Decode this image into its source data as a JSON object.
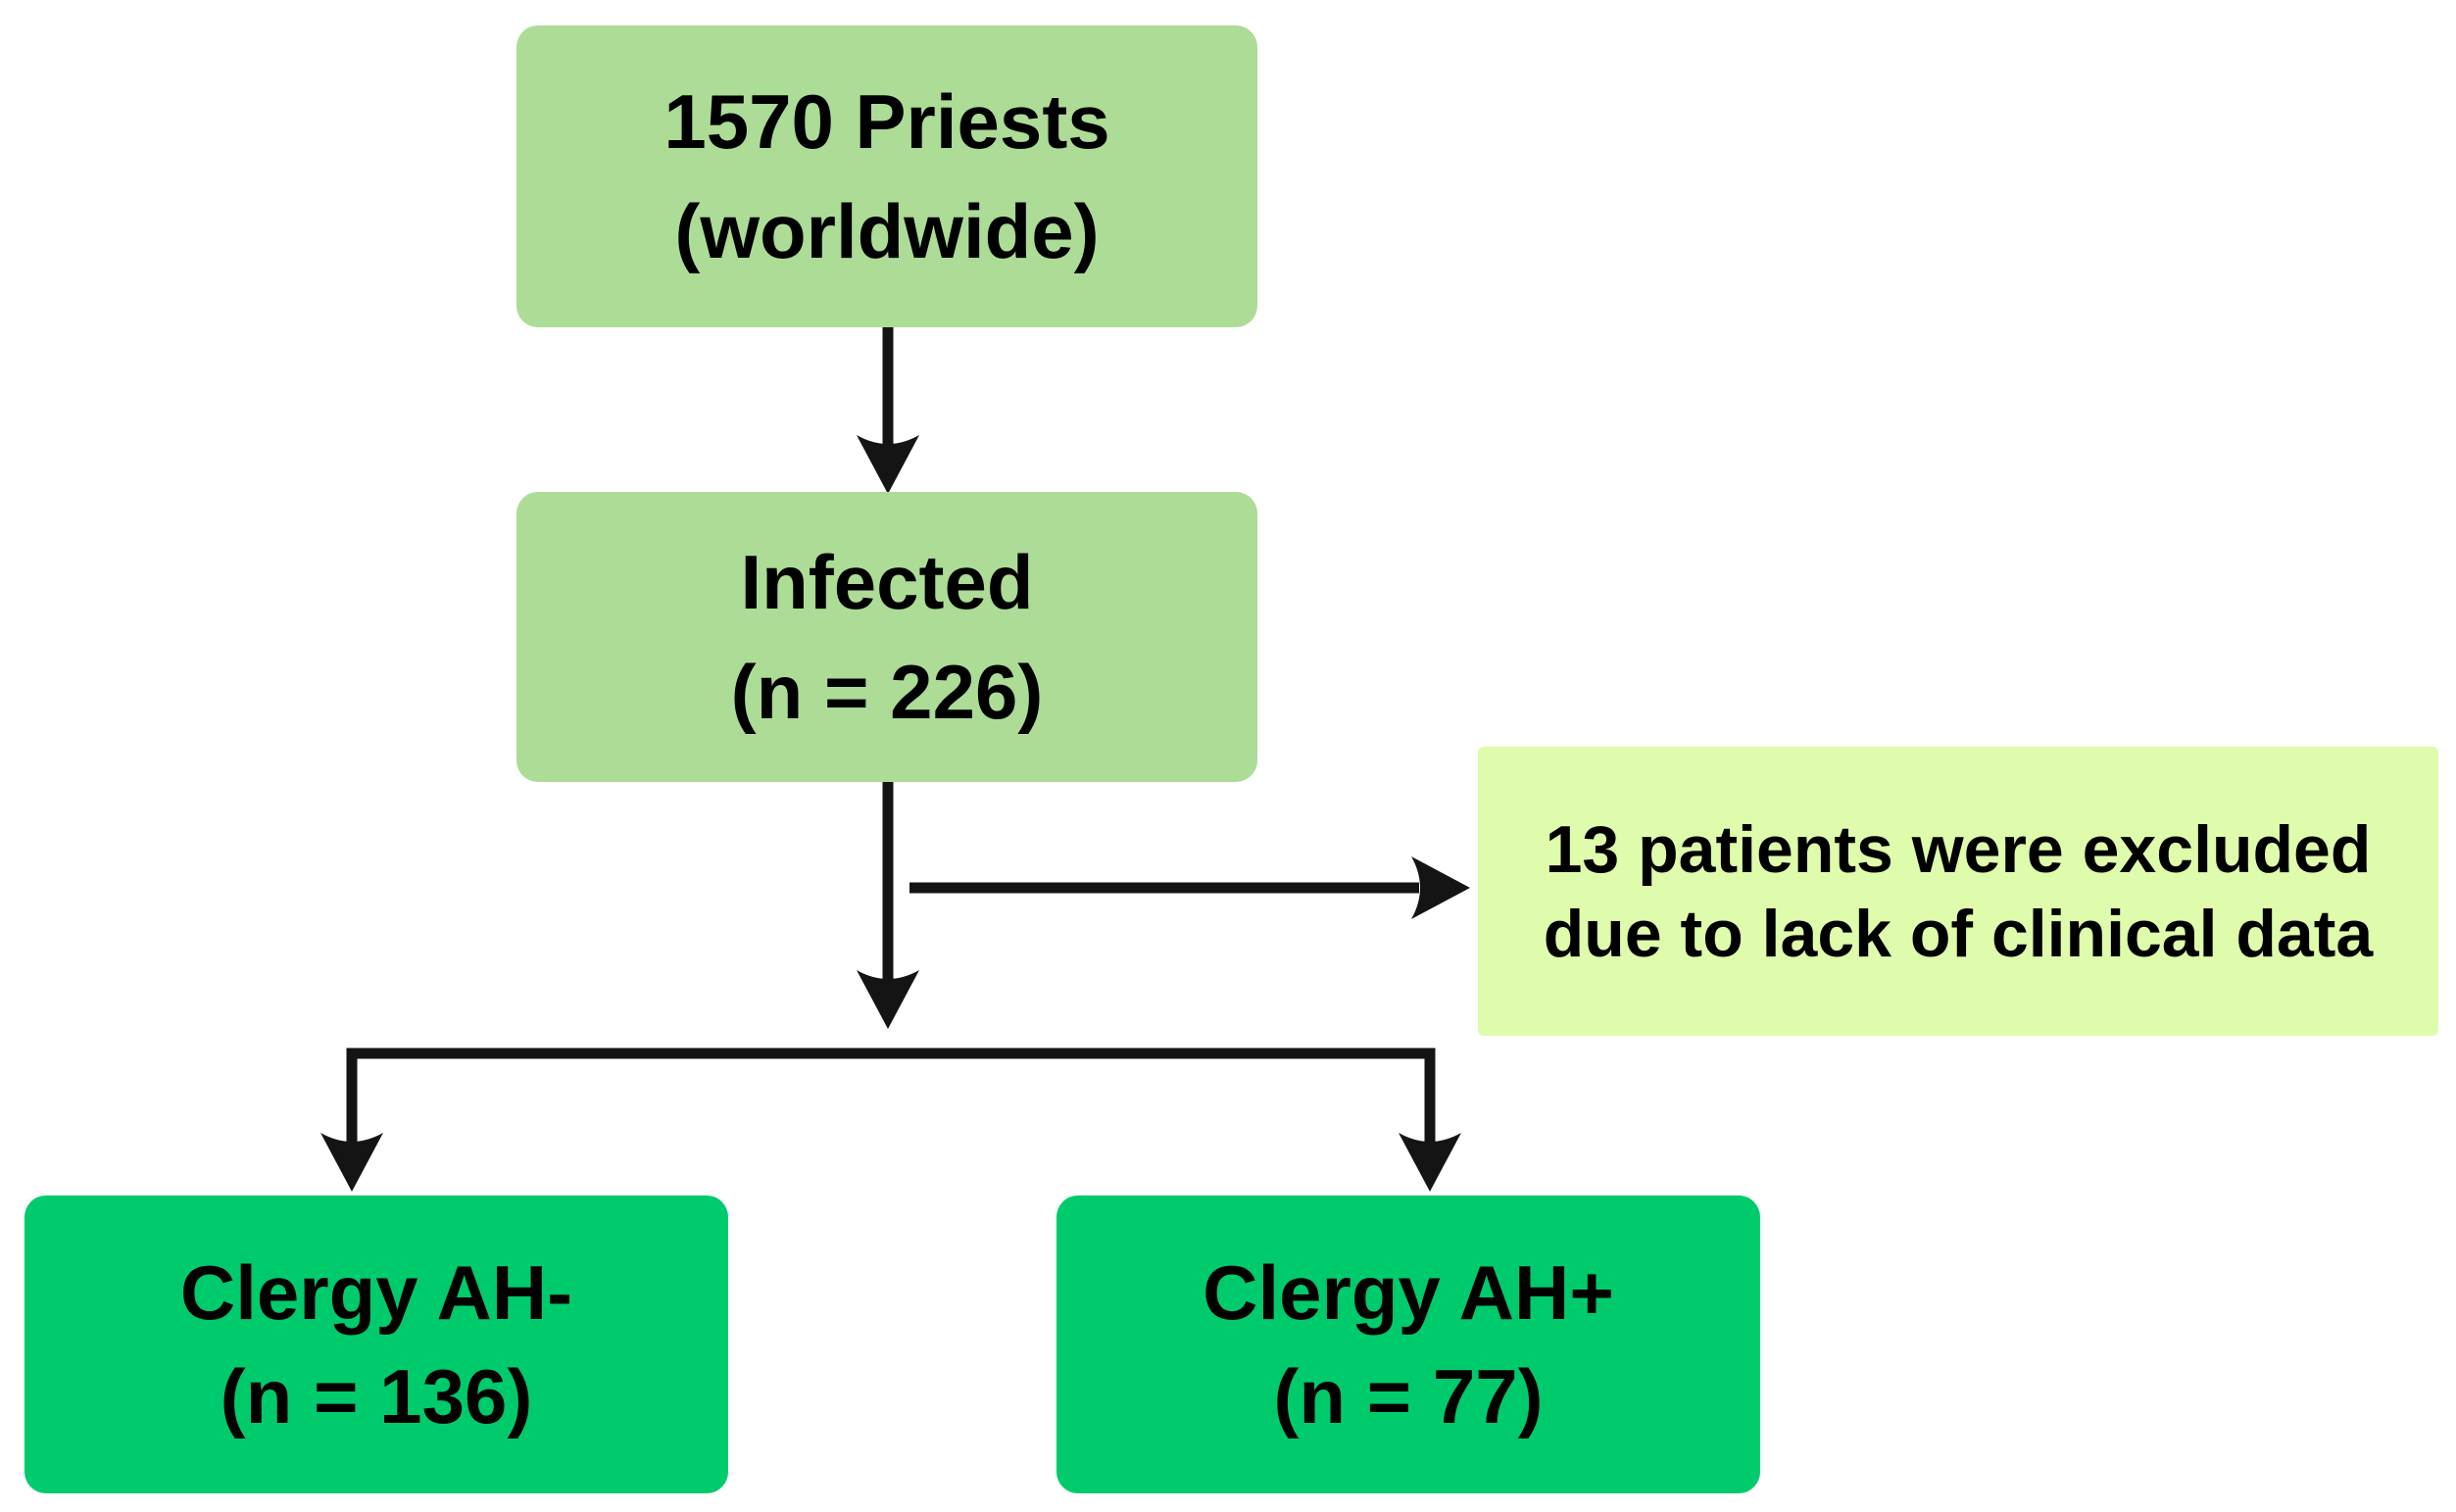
{
  "diagram": {
    "nodes": {
      "total": {
        "line1": "1570 Priests",
        "line2": "(worldwide)"
      },
      "infected": {
        "line1": "Infected",
        "line2": "(n = 226)"
      },
      "excluded": {
        "line1": "13 patients were excluded",
        "line2": "due to lack of clinical data"
      },
      "clergy_ah_neg": {
        "line1": "Clergy AH-",
        "line2": "(n = 136)"
      },
      "clergy_ah_pos": {
        "line1": "Clergy AH+",
        "line2": "(n = 77)"
      }
    },
    "colors": {
      "background": "#ffffff",
      "light_green_box": "#acdc96",
      "pale_yellow_box": "#defcab",
      "bright_green_box": "#00cb6c",
      "arrow": "#141414",
      "text": "#000000"
    }
  }
}
